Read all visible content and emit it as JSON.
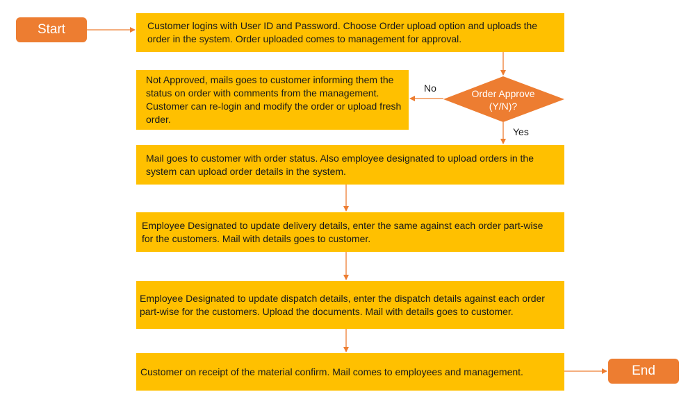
{
  "colors": {
    "process_fill": "#FFC000",
    "terminal_fill": "#ED7D31",
    "connector": "#ED7D31"
  },
  "start": "Start",
  "end": "End",
  "steps": {
    "login": "Customer logins with User ID and Password. Choose Order upload option and uploads the order in the system. Order uploaded comes to management for approval.",
    "not_approved": "Not Approved, mails goes to customer informing them the status on order with comments from the management. Customer can re-login and modify the order or upload fresh order.",
    "mail_status": "Mail goes to customer with order status. Also employee designated to upload orders in the system can upload order details in the system.",
    "delivery": "Employee Designated to update delivery details, enter the same against each order part-wise for the customers. Mail with details goes to customer.",
    "dispatch": "Employee Designated to update dispatch details, enter the dispatch details against each order part-wise for the customers. Upload the documents. Mail with details goes to customer.",
    "receipt": "Customer on receipt of the material confirm. Mail comes to employees and management."
  },
  "decision": {
    "line1": "Order Approve",
    "line2": "(Y/N)?",
    "no_label": "No",
    "yes_label": "Yes"
  }
}
